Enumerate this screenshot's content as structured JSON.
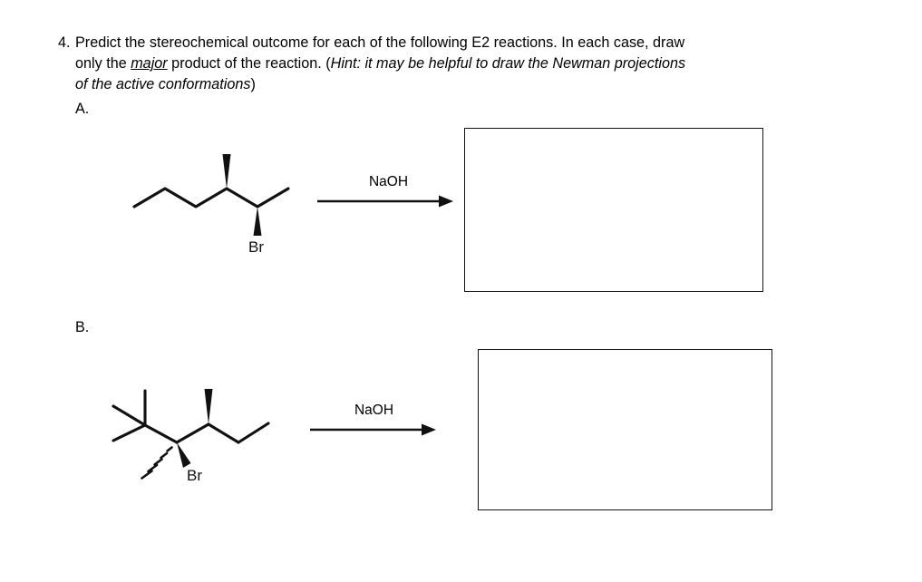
{
  "document": {
    "background_color": "#ffffff",
    "ink_color": "#111111"
  },
  "question": {
    "number": "4.",
    "line1": "Predict the stereochemical outcome for each of the following E2 reactions. In each case, draw",
    "line2_part1": "only the ",
    "line2_emphasis": "major",
    "line2_part2": " product of the reaction. (",
    "line2_hint_italic": "Hint: it may be helpful to draw the Newman projections",
    "line3_italic": "of the active conformations",
    "line3_close": ")"
  },
  "parts": [
    {
      "letter": "A.",
      "reagent": "NaOH",
      "halide_label": "Br",
      "structure_name": "2-bromo-3-methylhexane",
      "answer_box_empty": true,
      "stereo_bonds": [
        {
          "type": "solid-wedge",
          "substituent": "CH3",
          "direction": "up"
        },
        {
          "type": "solid-wedge",
          "substituent": "Br",
          "direction": "down"
        }
      ]
    },
    {
      "letter": "B.",
      "reagent": "NaOH",
      "halide_label": "Br",
      "structure_name": "3-bromo-2,2,4-trimethylhexane",
      "answer_box_empty": true,
      "stereo_bonds": [
        {
          "type": "hashed-wedge",
          "substituent": "CH3",
          "direction": "down-left"
        },
        {
          "type": "solid-wedge",
          "substituent": "Br",
          "direction": "down"
        },
        {
          "type": "solid-wedge",
          "substituent": "CH3",
          "direction": "up"
        }
      ]
    }
  ]
}
